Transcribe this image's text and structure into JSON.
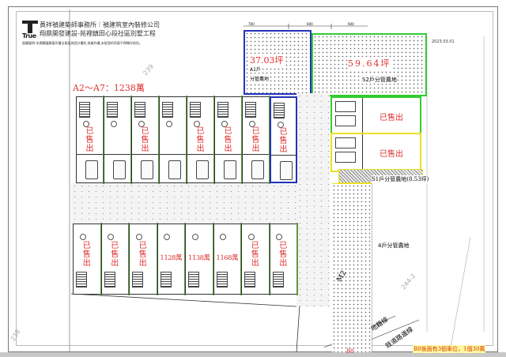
{
  "header": {
    "logo_text": "True",
    "line1": "黃祥禎建築師事務所｜禎建筑室內裝修公司",
    "line2": "翔鼎開發建設-苑裡鎮田心段社區別墅工程",
    "notice": "版權聲明:本規劃圖屬著作權法保護與設計權利,商業作權,未經我的同意不得轉作他用。",
    "date": "2023.03.01"
  },
  "labels": {
    "lot_239": "239",
    "lot_238": "238",
    "lot_244_2": "244-2",
    "a_row_price": "A2～A7：1238萬",
    "a1_area": "37.03坪",
    "a1_owner": "A1戶",
    "a1_use": "分管農地",
    "s2_area": "59.64坪",
    "s2_label": "S2戶分管農地",
    "s1_label": "S1戶分管農地(8.53坪)",
    "four_label": "4戶分管農地",
    "cadastral_line": "地籍線",
    "road_edge_line": "既道路邊線",
    "b8": "B8",
    "b8_note": "B8後面有3個車位，1個30萬",
    "m2": "M2",
    "dims": [
      "700",
      "600",
      "600"
    ]
  },
  "sold_text": "已售出",
  "top_row": [
    {
      "status": "sold"
    },
    {
      "status": "available"
    },
    {
      "status": "sold"
    },
    {
      "status": "available"
    },
    {
      "status": "sold"
    },
    {
      "status": "sold"
    },
    {
      "status": "sold"
    },
    {
      "status": "sold"
    }
  ],
  "bottom_row": [
    {
      "status": "sold"
    },
    {
      "status": "sold"
    },
    {
      "status": "sold"
    },
    {
      "status": "price",
      "price": "1128萬"
    },
    {
      "status": "price",
      "price": "1138萬"
    },
    {
      "status": "price",
      "price": "1168萬"
    },
    {
      "status": "sold"
    },
    {
      "status": "sold"
    }
  ],
  "right_units": [
    {
      "status": "sold"
    },
    {
      "status": "sold"
    }
  ],
  "colors": {
    "red": "#e03030",
    "green": "#33cc33",
    "blue": "#2233bb",
    "yellow": "#e8e020"
  }
}
